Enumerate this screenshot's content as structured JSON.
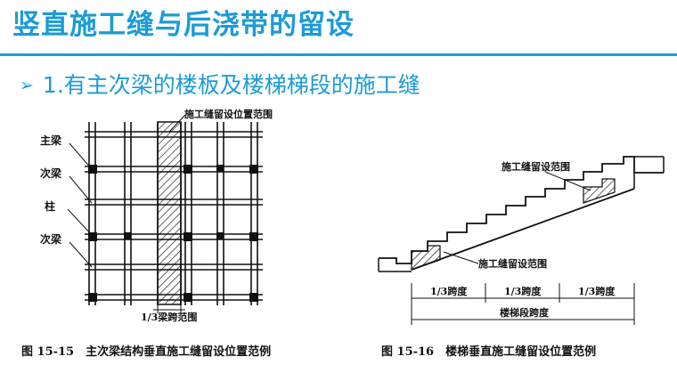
{
  "title": "竖直施工缝与后浇带的留设",
  "subtitle": {
    "bullet": "➢",
    "text": "1.有主次梁的楼板及楼梯梯段的施工缝"
  },
  "figure_left": {
    "top_label": "施工缝留设位置范围",
    "labels": [
      "主梁",
      "次梁",
      "柱",
      "次梁"
    ],
    "dim_label": "1/3梁跨范围",
    "caption": "图 15-15　主次梁结构垂直施工缝留设位置范例"
  },
  "figure_right": {
    "label_top": "施工缝留设范围",
    "label_bottom": "施工缝留设范围",
    "spans": [
      "1/3跨度",
      "1/3跨度",
      "1/3跨度"
    ],
    "total_label": "楼梯段跨度",
    "caption": "图 15-16　楼梯垂直施工缝留设位置范例"
  },
  "colors": {
    "accent": "#1b9bd7",
    "line": "#111111"
  }
}
